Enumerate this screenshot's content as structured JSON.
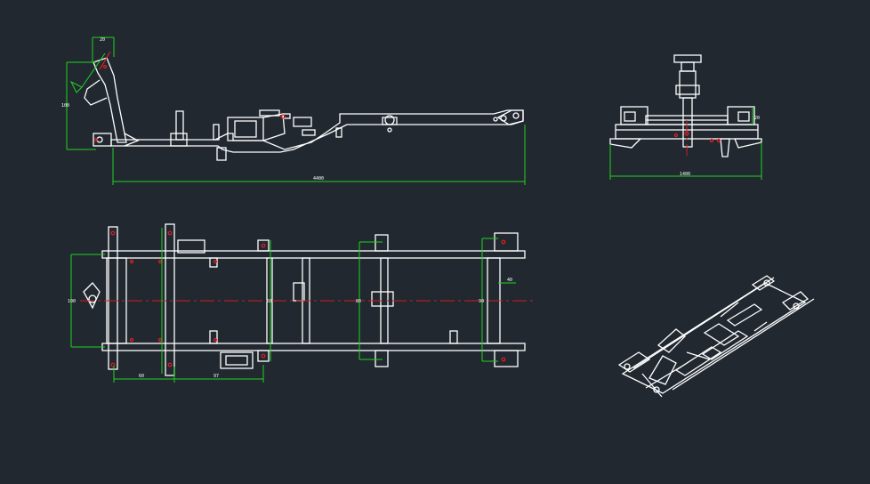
{
  "drawing": {
    "background_color": "#212830",
    "line_color": "#ffffff",
    "dimension_color": "#1fd31f",
    "centerline_color": "#d21e1e"
  },
  "views": {
    "side_view": {
      "dim_overall_length": "4400",
      "dim_height": "100",
      "dim_top": "20"
    },
    "front_view": {
      "dim_width": "1400",
      "dim_height": "20"
    },
    "plan_view": {
      "dim_frame_width": "100",
      "dim_rear_width": "90",
      "dim_mid_width": "80",
      "dim_front_width": "60",
      "dim_offset": "40",
      "dim_span_1": "60",
      "dim_span_2": "97"
    },
    "iso_view": {}
  }
}
